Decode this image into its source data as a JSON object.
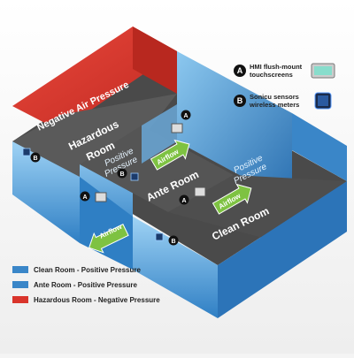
{
  "labels": {
    "negative_air_pressure": "Negative Air Pressure",
    "hazardous_room_line1": "Hazardous",
    "hazardous_room_line2": "Room",
    "ante_room": "Ante Room",
    "clean_room": "Clean Room",
    "positive_pressure_line1": "Positive",
    "positive_pressure_line2": "Pressure",
    "airflow": "Airflow"
  },
  "markers": {
    "a": "A",
    "b": "B"
  },
  "key": [
    {
      "badge": "A",
      "line1": "HMI flush-mount",
      "line2": "touchscreens",
      "icon": "touchscreen-icon"
    },
    {
      "badge": "B",
      "line1": "Sonicu sensors",
      "line2": "wireless meters",
      "icon": "sensor-icon"
    }
  ],
  "legend": [
    {
      "label": "Clean Room - Positive Pressure",
      "color": "#3a86c8"
    },
    {
      "label": "Ante Room - Positive Pressure",
      "color": "#3a86c8"
    },
    {
      "label": "Hazardous Room - Negative Pressure",
      "color": "#d9342b"
    }
  ],
  "colors": {
    "negative": "#d9342b",
    "positive": "#3a86c8",
    "floor": "#505050",
    "airflow": "#7ec242"
  }
}
